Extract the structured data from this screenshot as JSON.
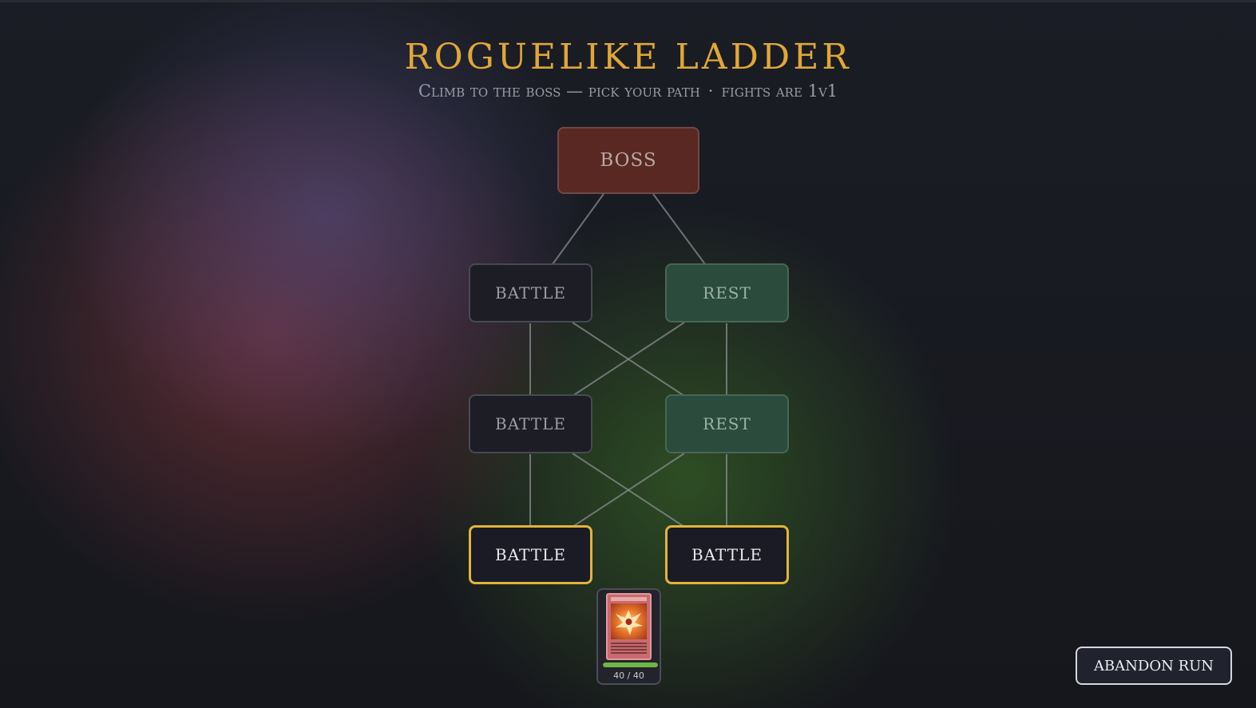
{
  "header": {
    "title": "Roguelike Ladder",
    "subtitle_left": "Climb to the boss — pick your path",
    "subtitle_sep": "·",
    "subtitle_right": "fights are 1v1"
  },
  "map": {
    "boss": "Boss",
    "row3_left": "Battle",
    "row3_right": "Rest",
    "row2_left": "Battle",
    "row2_right": "Rest",
    "row1_left": "Battle",
    "row1_right": "Battle"
  },
  "player": {
    "hp": 40,
    "hp_max": 40,
    "hp_text": "40 / 40"
  },
  "actions": {
    "abandon_label": "Abandon Run"
  },
  "colors": {
    "accent": "#e1b43c",
    "title": "#e0a737",
    "boss": "#5a2822",
    "rest": "#2b4b3d",
    "battle": "#1c1d25",
    "hp": "#6fb743"
  }
}
